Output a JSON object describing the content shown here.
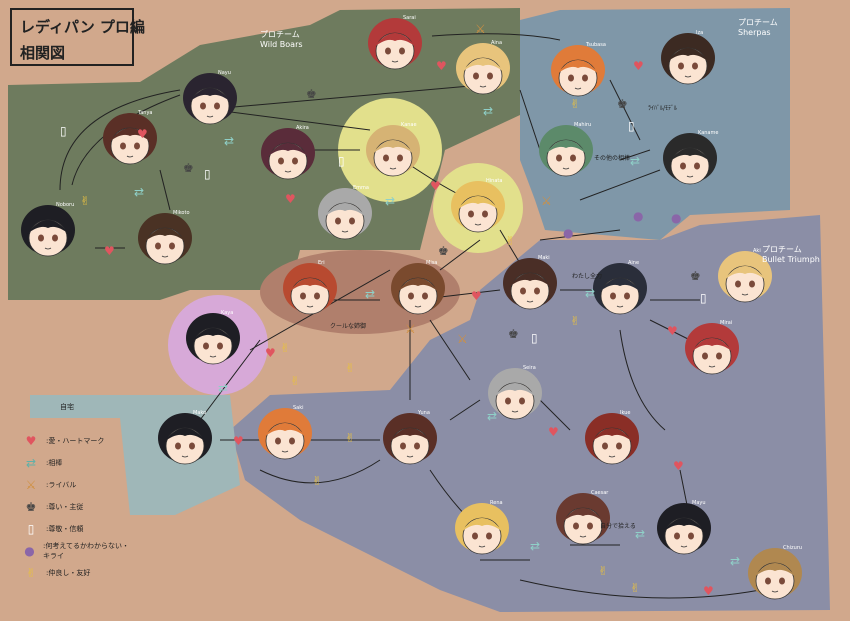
{
  "title": {
    "line1": "レディパン プロ編",
    "line2": "相関図"
  },
  "teams": {
    "wild_boars": {
      "kana": "プロチーム",
      "name": "Wild Boars"
    },
    "sherpas": {
      "kana": "プロチーム",
      "name": "Sherpas"
    },
    "bullet_triumph": {
      "kana": "プロチーム",
      "name": "Bullet Triumph"
    }
  },
  "region_label_home": "自宅",
  "legend": [
    {
      "icon": "heart-icon",
      "label": ":愛・ハートマーク"
    },
    {
      "icon": "handshake-icon",
      "label": ":相棒"
    },
    {
      "icon": "crossed-swords-icon",
      "label": ":ライバル"
    },
    {
      "icon": "chess-king-icon",
      "label": ":尊い・主従"
    },
    {
      "icon": "speech-note-icon",
      "label": ":尊敬・信頼"
    },
    {
      "icon": "angry-face-icon",
      "label": ":何考えてるかわからない・キライ"
    },
    {
      "icon": "peace-sign-icon",
      "label": ":仲良し・友好"
    }
  ],
  "characters": [
    {
      "key": "sarai",
      "name": "Sarai",
      "hair": "#b33a3a"
    },
    {
      "key": "aina",
      "name": "Aina",
      "hair": "#e8c47c"
    },
    {
      "key": "tsubasa",
      "name": "Tsubasa",
      "hair": "#e07b39"
    },
    {
      "key": "iza",
      "name": "Iza",
      "hair": "#3c2a22"
    },
    {
      "key": "nayu",
      "name": "Nayu",
      "hair": "#2a2430"
    },
    {
      "key": "tanya",
      "name": "Tanya",
      "hair": "#5a2f26"
    },
    {
      "key": "akira",
      "name": "Akira",
      "hair": "#5a2c3a"
    },
    {
      "key": "kanae",
      "name": "Kanae",
      "hair": "#d6b374"
    },
    {
      "key": "mahiru",
      "name": "Mahiru",
      "hair": "#5c8a6a"
    },
    {
      "key": "kaname",
      "name": "Kaname",
      "hair": "#2a2a2a"
    },
    {
      "key": "noboru",
      "name": "Noboru",
      "hair": "#1e1e24"
    },
    {
      "key": "mikoto",
      "name": "Mikoto",
      "hair": "#4a3224"
    },
    {
      "key": "emma",
      "name": "Emma",
      "hair": "#a9a9a9"
    },
    {
      "key": "sakura",
      "name": "Sakura",
      "hair": "#e8c060"
    },
    {
      "key": "hinata",
      "name": "Hinata",
      "hair": "#e8c060"
    },
    {
      "key": "eri",
      "name": "Eri",
      "hair": "#b84a30"
    },
    {
      "key": "misa",
      "name": "Misa",
      "hair": "#7a4a2e"
    },
    {
      "key": "maki",
      "name": "Maki",
      "hair": "#4a2e26"
    },
    {
      "key": "aine",
      "name": "Aine",
      "hair": "#2a2e3a"
    },
    {
      "key": "aki",
      "name": "Aki",
      "hair": "#e8c47c"
    },
    {
      "key": "mirai",
      "name": "Mirai",
      "hair": "#b33a3a"
    },
    {
      "key": "kaya",
      "name": "Kaya",
      "hair": "#1e1e24"
    },
    {
      "key": "mako",
      "name": "Mako",
      "hair": "#1e1e24"
    },
    {
      "key": "saki",
      "name": "Saki",
      "hair": "#e07b39"
    },
    {
      "key": "yuna",
      "name": "Yuna",
      "hair": "#5a2f26"
    },
    {
      "key": "seira",
      "name": "Seira",
      "hair": "#a9a9a9"
    },
    {
      "key": "ikue",
      "name": "Ikue",
      "hair": "#8a2e26"
    },
    {
      "key": "rena",
      "name": "Rena",
      "hair": "#e8c060"
    },
    {
      "key": "caesar",
      "name": "Caesar",
      "hair": "#6a3a30"
    },
    {
      "key": "mayu",
      "name": "Mayu",
      "hair": "#1e1e24"
    },
    {
      "key": "chizuru",
      "name": "Chizuru",
      "hair": "#b08850"
    }
  ],
  "notes": {
    "n1": "ﾗｲﾊﾞﾙ/ﾓﾃﾞﾙ",
    "n2": "その他の相棒",
    "n3": "わたし全力",
    "n4": "自分で拾える",
    "n5": "クールな姉御"
  }
}
